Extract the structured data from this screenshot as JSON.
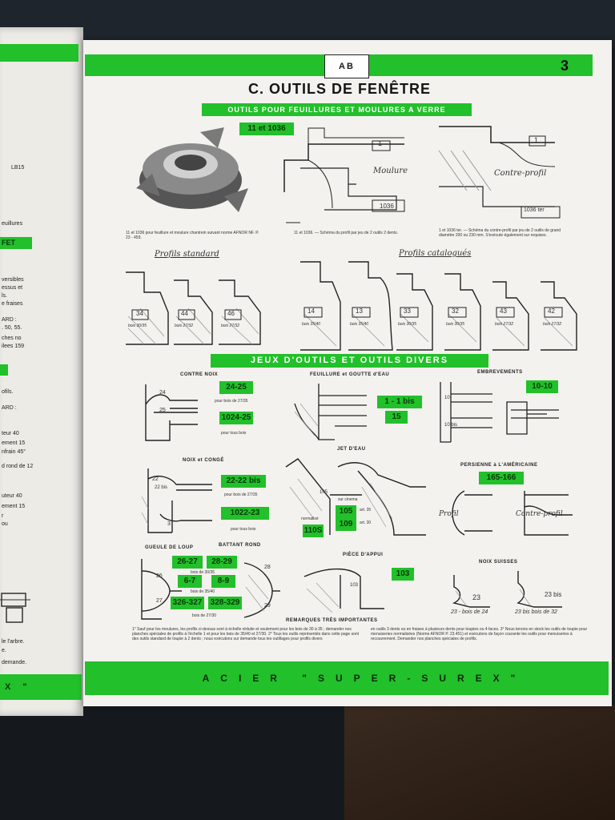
{
  "page": {
    "number": "3",
    "logo_text": "AB",
    "title": "C. OUTILS DE FENÊTRE",
    "subtitle_bar": "OUTILS POUR FEUILLURES ET MOULURES A VERRE",
    "top_tag": "11 et 1036",
    "caption_left": "11 et 1036 pour feuillure et moulure chantrein suivant norme AFNOR NF. P. 23 - 459.",
    "caption_mid": "11 et 1036. — Schéma du profil par jeu de 2 outils 2 dents.",
    "caption_right": "1 et 1036 ter. — Schéma du contre-profil par jeu de 2 outils de grand diamètre 200 ou 230 mm. S'exécute également sur requises.",
    "profile_labels": {
      "profile_1": "1",
      "moulure": "Moulure",
      "code_1036": "1036",
      "contre_profil": "Contre-profil",
      "code_1036ter": "1036 ter"
    },
    "profils_standard": "Profils standard",
    "profils_catalogues": "Profils catalogués",
    "standard_profiles": [
      {
        "code": "34",
        "wood": "bois 30/35"
      },
      {
        "code": "44",
        "wood": "bois 27/32"
      },
      {
        "code": "46",
        "wood": "bois 27/32"
      }
    ],
    "catalog_profiles": [
      {
        "code": "14",
        "wood": "bois 35/40"
      },
      {
        "code": "13",
        "wood": "bois 35/40"
      },
      {
        "code": "33",
        "wood": "bois 30/35"
      },
      {
        "code": "32",
        "wood": "bois 30/35"
      },
      {
        "code": "43",
        "wood": "bois 27/32"
      },
      {
        "code": "42",
        "wood": "bois 27/32"
      }
    ],
    "mid_bar": "JEUX D'OUTILS ET OUTILS DIVERS",
    "sections": {
      "contre_noix": {
        "label": "CONTRE NOIX",
        "tag1": "24-25",
        "note1": "pour bois de 27/35",
        "tag2": "1024-25",
        "note2": "pour tous bois",
        "d1": "24",
        "d2": "25"
      },
      "feuillure": {
        "label": "FEUILLURE et GOUTTE d'EAU",
        "tag1": "1 - 1 bis",
        "tag2": "15"
      },
      "embrevements": {
        "label": "EMBREVEMENTS",
        "tag1": "10-10",
        "d1": "10",
        "d2": "10 bis"
      },
      "noix_conge": {
        "label": "NOIX et CONGÉ",
        "tag1": "22-22 bis",
        "note1": "pour bois de 27/35",
        "tag2": "1022-23",
        "note2": "pour tous bois",
        "d1": "22",
        "d2": "22 bis",
        "d3": "3"
      },
      "jet_eau": {
        "label": "JET D'EAU",
        "tag1": "105",
        "tag2": "109",
        "tag3": "110S",
        "d1": "105",
        "note1": "sur cinema",
        "note2": "art. 35",
        "note3": "art. 30",
        "note4": "normalisé"
      },
      "persienne": {
        "label": "PERSIENNE à L'AMÉRICAINE",
        "tag1": "165-166",
        "d1": "Profil",
        "d2": "Contre-profil"
      },
      "gueule_loup": {
        "label": "GUEULE DE LOUP",
        "tag1": "26-27",
        "tag2": "6-7",
        "tag3": "326-327",
        "note1": "bois de 30/35",
        "note2": "bois de 35/40",
        "note3": "bois de 27/30",
        "d1": "26",
        "d2": "27"
      },
      "battant_rond": {
        "label": "BATTANT ROND",
        "tag1": "28-29",
        "tag2": "8-9",
        "tag3": "328-329",
        "d1": "28",
        "d2": "29"
      },
      "piece_appui": {
        "label": "PIÈCE D'APPUI",
        "tag1": "103",
        "d1": "103"
      },
      "noix_suisses": {
        "label": "NOIX SUISSES",
        "d1": "23",
        "d2": "23 bis",
        "note1": "23 - bois de 24",
        "note2": "23 bis bois de 32"
      }
    },
    "remarks_title": "REMARQUES TRÈS IMPORTANTES",
    "remarks_left": "1° Sauf pour les moulures, les profils ci-dessus sont à échelle réduite et seulement pour les bois de 30 à 35 ; demander nos planches spéciales de profils à l'échelle 1 et pour les bois de 35/40 et 27/30. 2° Tous les outils représentés dans cette page sont des outils standard de toupie à 2 dents ; nous exécutons sur demande tous les outillages pour profils divers",
    "remarks_right": "en outils 3 dents ou en fraises à plusieurs dents pour toupies ou 4 faces. 3° Nous tenons en stock les outils de toupie pour menuiseries normalisées (Norme AFNOR P. 23.451) et exécutons de façon courante les outils pour menuiseries à recouvrement. Demander nos planches spéciales de profils.",
    "bottom_bar": "ACIER \"SUPER-SUREX\""
  },
  "left_page": {
    "lines": [
      "LB15",
      "euillures",
      "FET",
      "versibles",
      "essus et",
      "ls.",
      "e fraises",
      "ARD :",
      ". 50, 55.",
      "ches no",
      "ilees 159",
      "ofils.",
      "ARD :",
      "teur 40",
      "ement 15",
      "nfrain 45°",
      "d rond de 12",
      "uteur 40",
      "ement 15",
      "r",
      "ou",
      "le l'arbre.",
      "e.",
      "demande.",
      "X \""
    ]
  },
  "colors": {
    "green": "#22c02a",
    "paper": "#f3f2ee",
    "ink": "#1a1a1a"
  }
}
